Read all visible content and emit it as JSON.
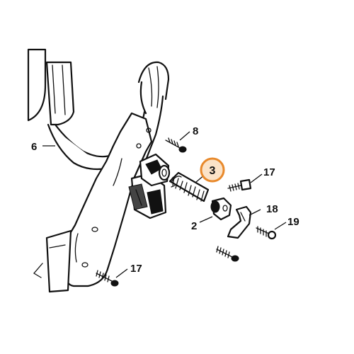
{
  "diagram": {
    "highlight_color": "#E8892B",
    "callouts": [
      {
        "id": "part-3",
        "label": "3",
        "highlighted": true
      },
      {
        "id": "part-8",
        "label": "8"
      },
      {
        "id": "part-17a",
        "label": "17"
      },
      {
        "id": "part-18",
        "label": "18"
      },
      {
        "id": "part-19",
        "label": "19"
      },
      {
        "id": "part-2",
        "label": "2"
      },
      {
        "id": "part-17b",
        "label": "17"
      },
      {
        "id": "part-6",
        "label": "6"
      }
    ]
  }
}
